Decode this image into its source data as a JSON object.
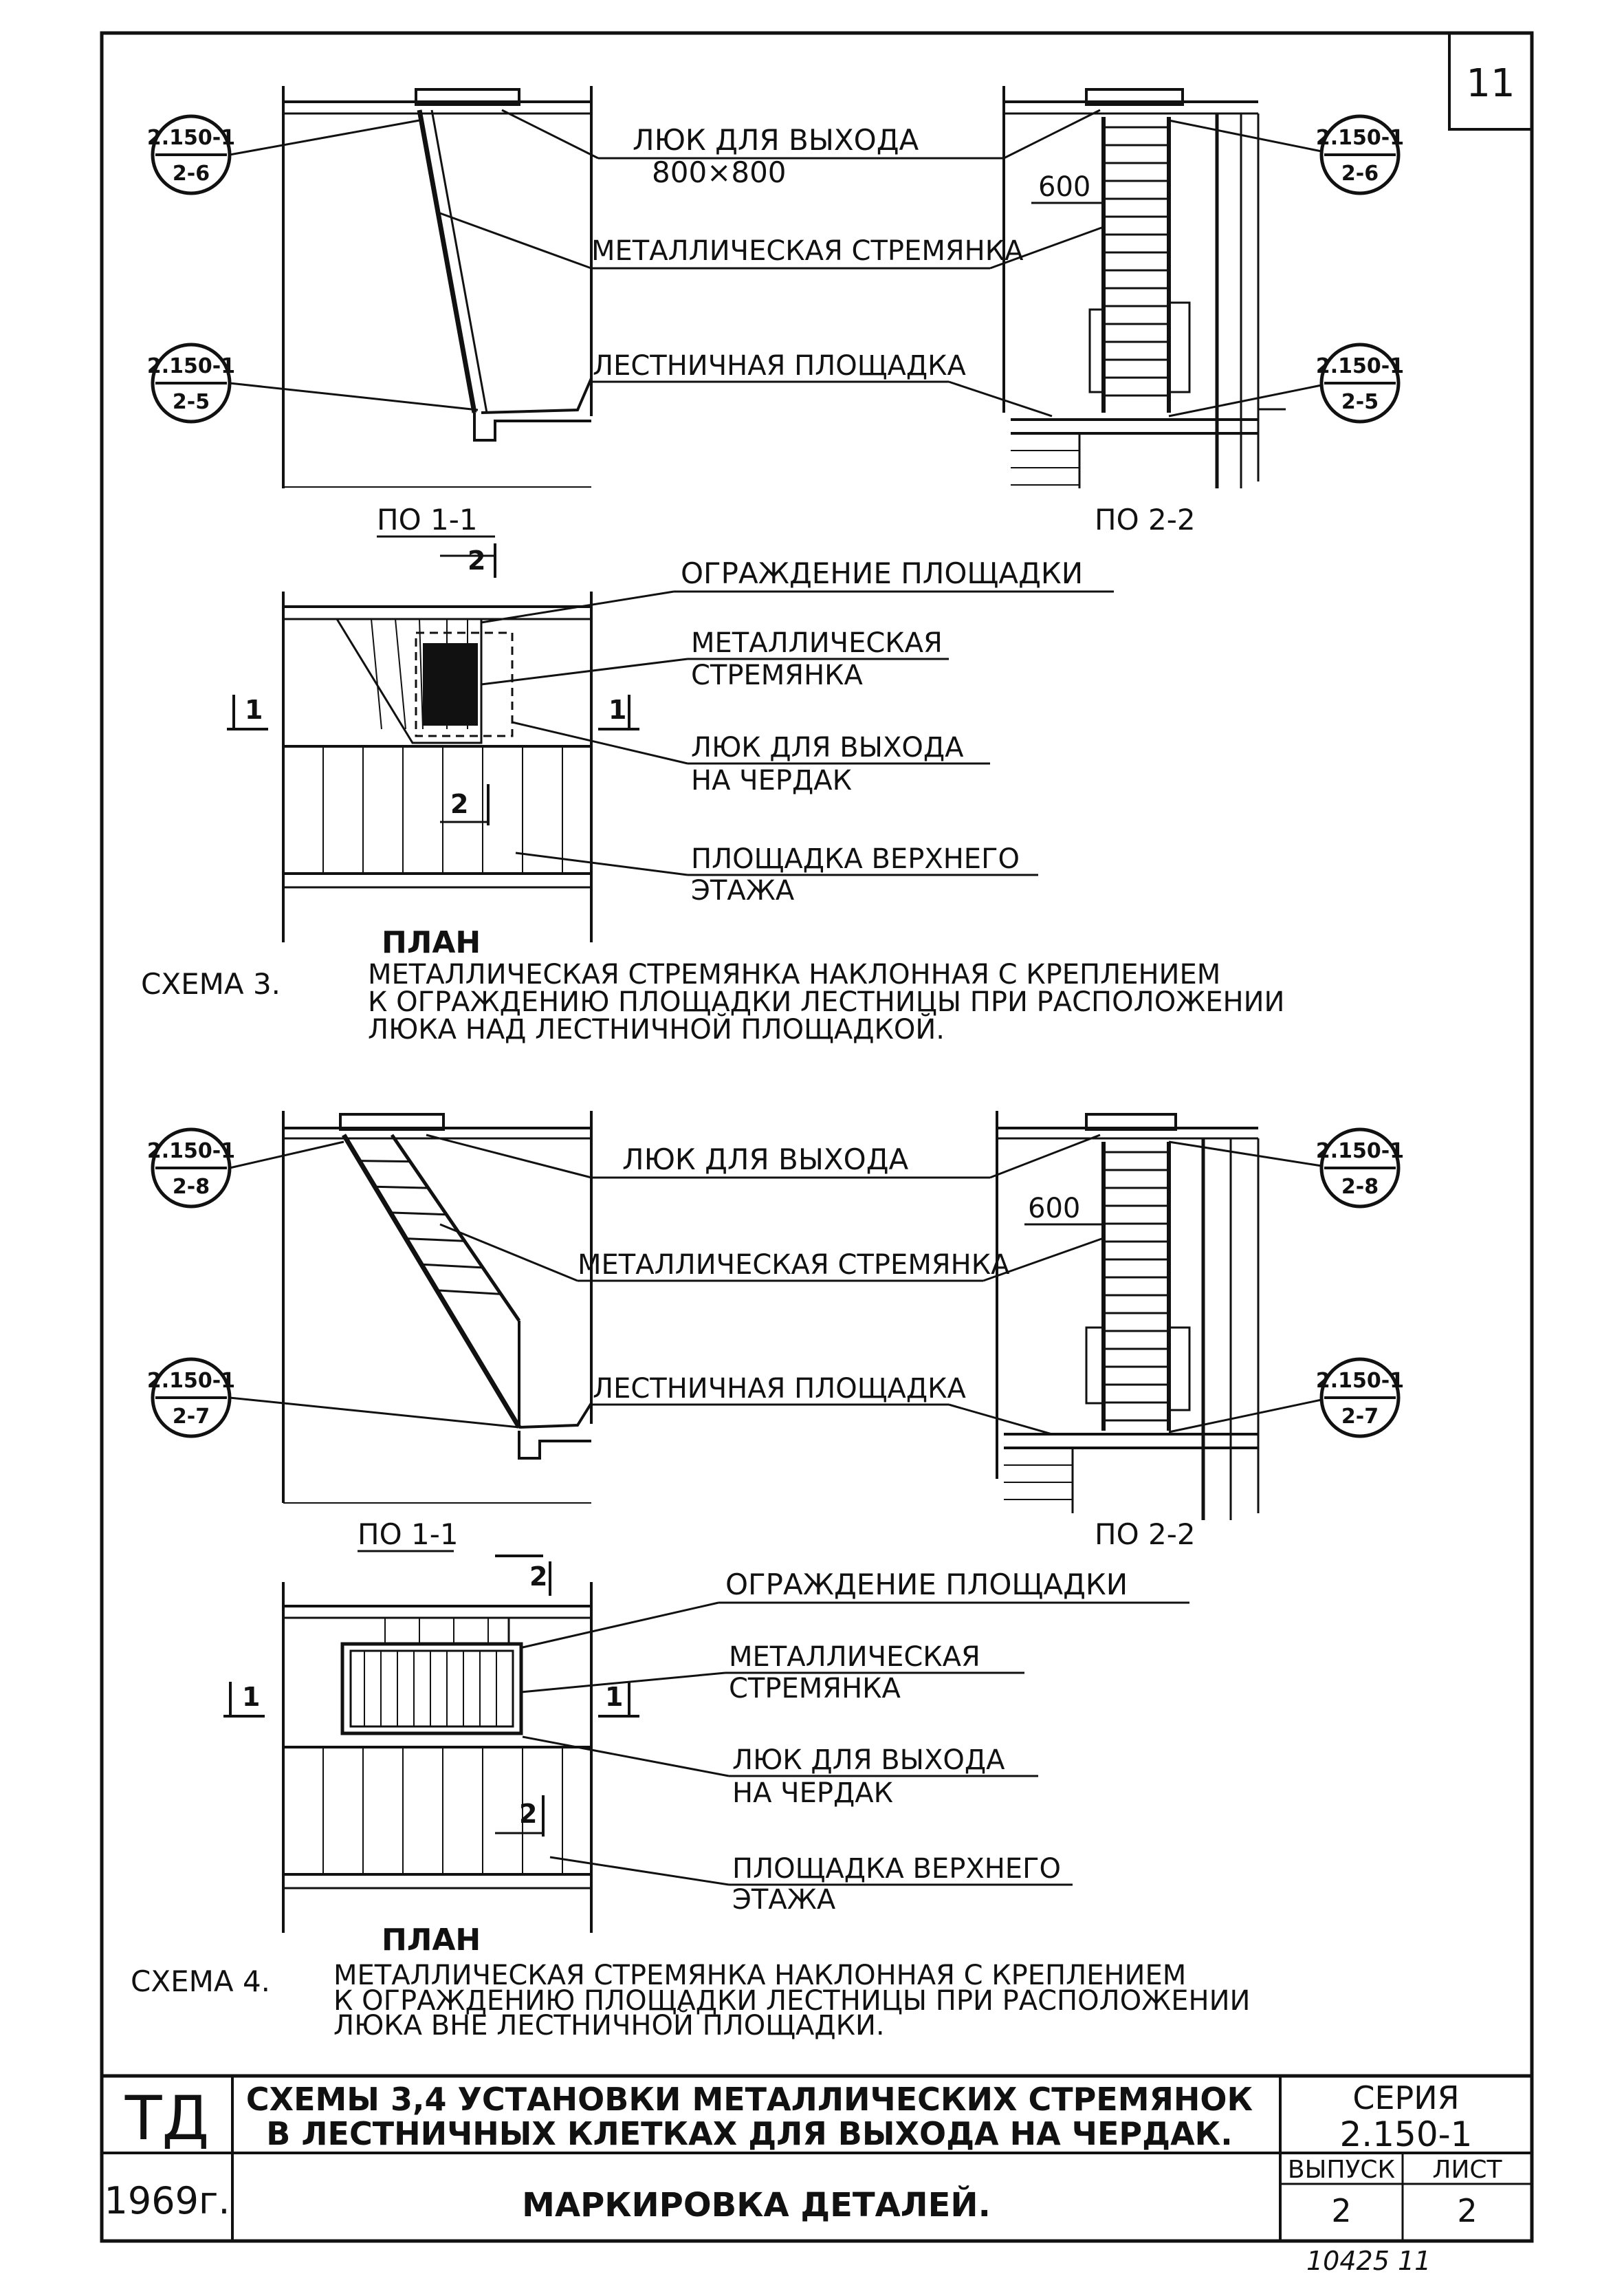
{
  "sheet_number": "11",
  "scheme3": {
    "marks": {
      "left_top": {
        "top": "2.150-1",
        "bottom": "2-6"
      },
      "left_bottom": {
        "top": "2.150-1",
        "bottom": "2-5"
      },
      "right_top": {
        "top": "2.150-1",
        "bottom": "2-6"
      },
      "right_bottom": {
        "top": "2.150-1",
        "bottom": "2-5"
      }
    },
    "hatch_label": "ЛЮК ДЛЯ ВЫХОДА",
    "hatch_size": "800×800",
    "dim_600": "600",
    "ladder_label": "МЕТАЛЛИЧЕСКАЯ СТРЕМЯНКА",
    "landing_label": "ЛЕСТНИЧНАЯ ПЛОЩАДКА",
    "section_1": "ПО 1-1",
    "section_2": "ПО 2-2",
    "cut_2": "2",
    "cut_1": "1",
    "fence_label": "ОГРАЖДЕНИЕ ПЛОЩАДКИ",
    "plan_ladder_1": "МЕТАЛЛИЧЕСКАЯ",
    "plan_ladder_2": "СТРЕМЯНКА",
    "plan_hatch_1": "ЛЮК ДЛЯ ВЫХОДА",
    "plan_hatch_2": "НА ЧЕРДАК",
    "plan_landing_1": "ПЛОЩАДКА ВЕРХНЕГО",
    "plan_landing_2": "ЭТАЖА",
    "plan_title": "ПЛАН",
    "caption_label": "СХЕМА 3.",
    "caption_lines": [
      "МЕТАЛЛИЧЕСКАЯ СТРЕМЯНКА НАКЛОННАЯ С КРЕПЛЕНИЕМ",
      "К ОГРАЖДЕНИЮ ПЛОЩАДКИ ЛЕСТНИЦЫ ПРИ РАСПОЛОЖЕНИИ",
      "ЛЮКА НАД ЛЕСТНИЧНОЙ ПЛОЩАДКОЙ."
    ]
  },
  "scheme4": {
    "marks": {
      "left_top": {
        "top": "2.150-1",
        "bottom": "2-8"
      },
      "left_bottom": {
        "top": "2.150-1",
        "bottom": "2-7"
      },
      "right_top": {
        "top": "2.150-1",
        "bottom": "2-8"
      },
      "right_bottom": {
        "top": "2.150-1",
        "bottom": "2-7"
      }
    },
    "hatch_label": "ЛЮК ДЛЯ ВЫХОДА",
    "dim_600": "600",
    "ladder_label": "МЕТАЛЛИЧЕСКАЯ СТРЕМЯНКА",
    "landing_label": "ЛЕСТНИЧНАЯ ПЛОЩАДКА",
    "section_1": "ПО 1-1",
    "section_2": "ПО 2-2",
    "cut_2": "2",
    "cut_1": "1",
    "fence_label": "ОГРАЖДЕНИЕ ПЛОЩАДКИ",
    "plan_ladder_1": "МЕТАЛЛИЧЕСКАЯ",
    "plan_ladder_2": "СТРЕМЯНКА",
    "plan_hatch_1": "ЛЮК ДЛЯ ВЫХОДА",
    "plan_hatch_2": "НА ЧЕРДАК",
    "plan_landing_1": "ПЛОЩАДКА ВЕРХНЕГО",
    "plan_landing_2": "ЭТАЖА",
    "plan_title": "ПЛАН",
    "caption_label": "СХЕМА 4.",
    "caption_lines": [
      "МЕТАЛЛИЧЕСКАЯ СТРЕМЯНКА НАКЛОННАЯ С КРЕПЛЕНИЕМ",
      "К ОГРАЖДЕНИЮ ПЛОЩАДКИ ЛЕСТНИЦЫ ПРИ РАСПОЛОЖЕНИИ",
      "ЛЮКА ВНЕ ЛЕСТНИЧНОЙ ПЛОЩАДКИ."
    ]
  },
  "title_block": {
    "org": "ТД",
    "year": "1969г.",
    "title_line1": "СХЕМЫ 3,4 УСТАНОВКИ МЕТАЛЛИЧЕСКИХ СТРЕМЯНОК",
    "title_line2": "В ЛЕСТНИЧНЫХ КЛЕТКАХ ДЛЯ ВЫХОДА НА ЧЕРДАК.",
    "subtitle": "МАРКИРОВКА ДЕТАЛЕЙ.",
    "series_label": "СЕРИЯ",
    "series_value": "2.150-1",
    "issue_label": "ВЫПУСК",
    "issue_value": "2",
    "sheet_label": "ЛИСТ",
    "sheet_value": "2",
    "handwritten": "10425   11"
  }
}
